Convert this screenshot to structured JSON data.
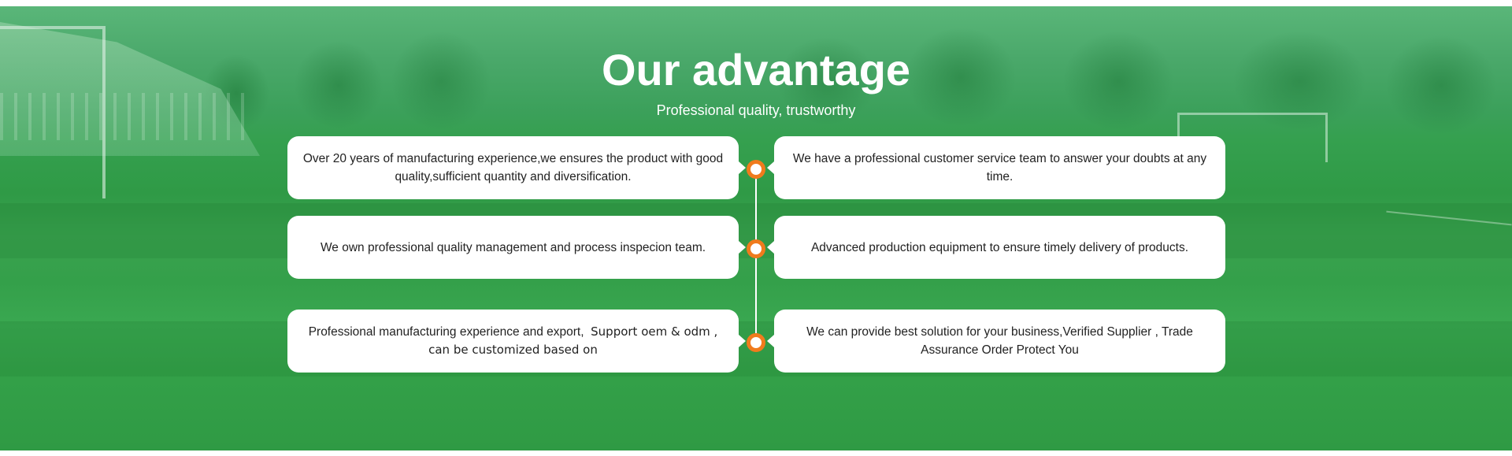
{
  "header": {
    "title": "Our advantage",
    "subtitle": "Professional quality, trustworthy"
  },
  "advantages": {
    "left": [
      {
        "text": "Over 20 years of manufacturing experience,we ensures the product with good quality,sufficient quantity and diversification."
      },
      {
        "text": "We own professional quality management and process inspecion team."
      },
      {
        "text_a": "Professional manufacturing experience and export,",
        "text_b": "Support oem & odm ,",
        "text_c": "can be customized based on"
      }
    ],
    "right": [
      {
        "text": "We have a professional customer service team to answer your doubts at any time."
      },
      {
        "text": "Advanced production equipment to ensure timely delivery of products."
      },
      {
        "text": "We can provide best solution for your business,Verified Supplier , Trade Assurance Order Protect You"
      }
    ]
  },
  "colors": {
    "background": "#3ba05a",
    "accent": "#f07b1d",
    "card": "#ffffff"
  }
}
